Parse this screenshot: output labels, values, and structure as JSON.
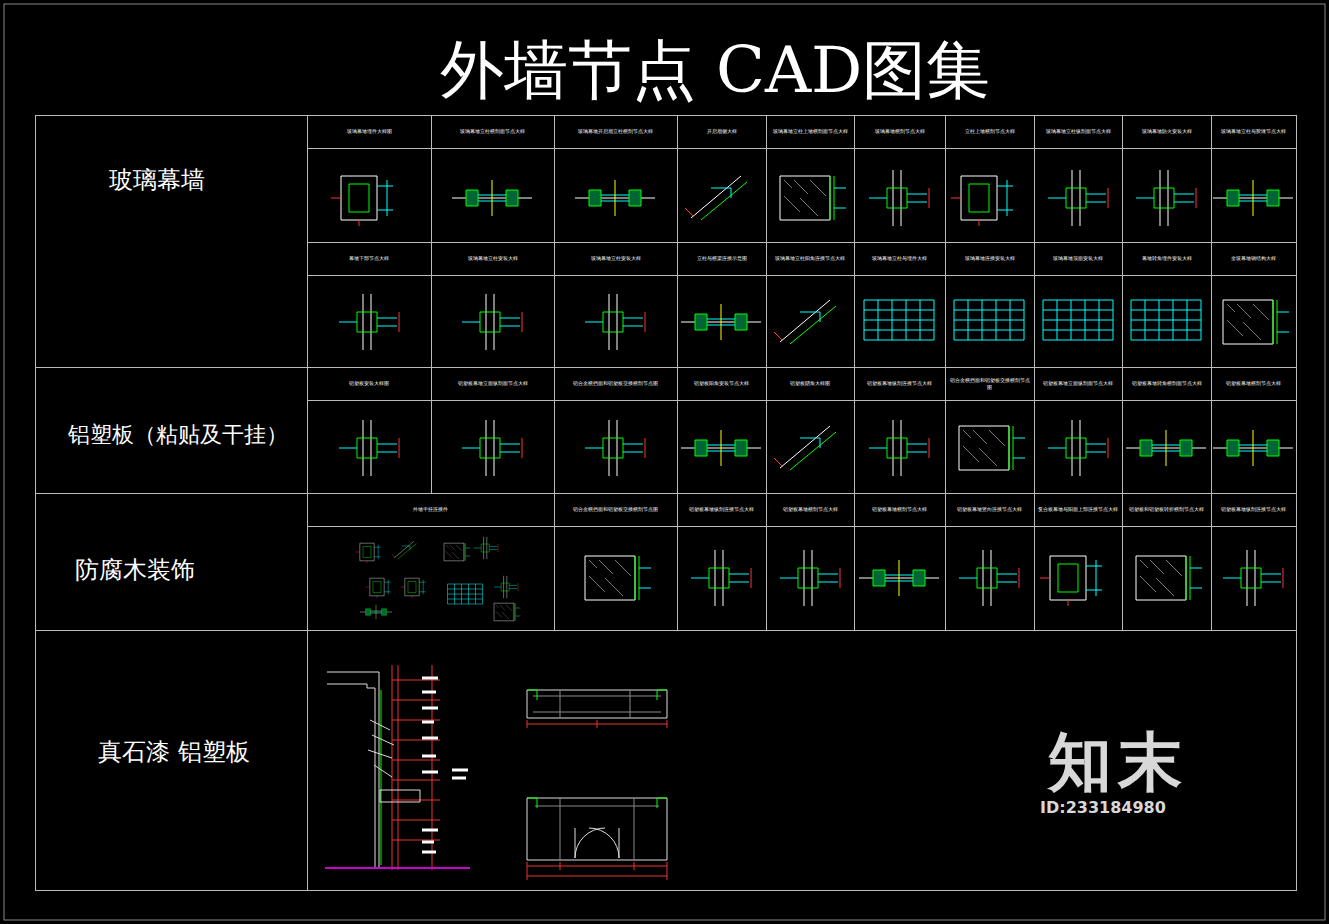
{
  "diagram": {
    "title": "外墙节点 CAD图集",
    "nodes": [
      {
        "text": [
          "玻璃幕墙"
        ]
      },
      {
        "text": [
          "铝塑板（粘贴及干挂）"
        ]
      },
      {
        "text": [
          "防腐木装饰"
        ]
      },
      {
        "text": [
          "真石漆 铝塑板"
        ]
      }
    ],
    "labels": [
      "玻璃幕墙埋件大样图",
      "玻璃幕墙立柱横剖面节点大样",
      "玻璃幕墙开启扇立柱横剖节点大样",
      "开启扇侧大样",
      "玻璃幕墙立柱上墙横剖面节点大样",
      "玻璃幕墙横剖节点大样",
      "立柱上墙横剖节点大样",
      "玻璃幕墙立柱纵剖面节点大样",
      "玻璃幕墙防火安装大样",
      "玻璃幕墙立柱与胶缝节点大样",
      "幕墙下部节点大样",
      "玻璃幕墙立柱安装大样",
      "玻璃幕墙立柱安装大样",
      "立柱与横梁连接示意图",
      "玻璃幕墙立柱阳角连接节点大样",
      "玻璃幕墙立柱与埋件大样",
      "玻璃幕墙连接安装大样",
      "玻璃幕墙顶面安装大样",
      "幕墙转角埋件安装大样",
      "全玻幕墙钢结构大样",
      "铝塑板安装大样图",
      "铝塑板幕墙立面纵剖面节点大样",
      "铝合金横挡面和铝塑板交接横剖节点图",
      "铝塑板阳角安装节点大样",
      "铝塑板阴角大样图",
      "铝塑板幕墙纵剖连接节点大样",
      "铝合金横挡面和铝塑板交接横剖节点图",
      "铝塑板幕墙立面纵剖面节点大样",
      "铝塑板幕墙转角横剖面节点大样",
      "铝塑板幕墙横剖节点大样",
      "外墙干挂连接件",
      "铝合金横挡面和铝塑板交接横剖节点图",
      "铝塑板幕墙纵剖连接节点大样",
      "铝塑板幕墙横剖节点大样",
      "铝塑板幕墙横剖节点大样",
      "铝塑板幕墙竖向连接节点大样",
      "复合板幕墙与阳面上部连接节点大样",
      "铝塑板和铝塑板转折横剖节点大样",
      "铝塑板幕墙纵剖连接节点大样",
      "知末",
      "ID:233184980"
    ]
  }
}
